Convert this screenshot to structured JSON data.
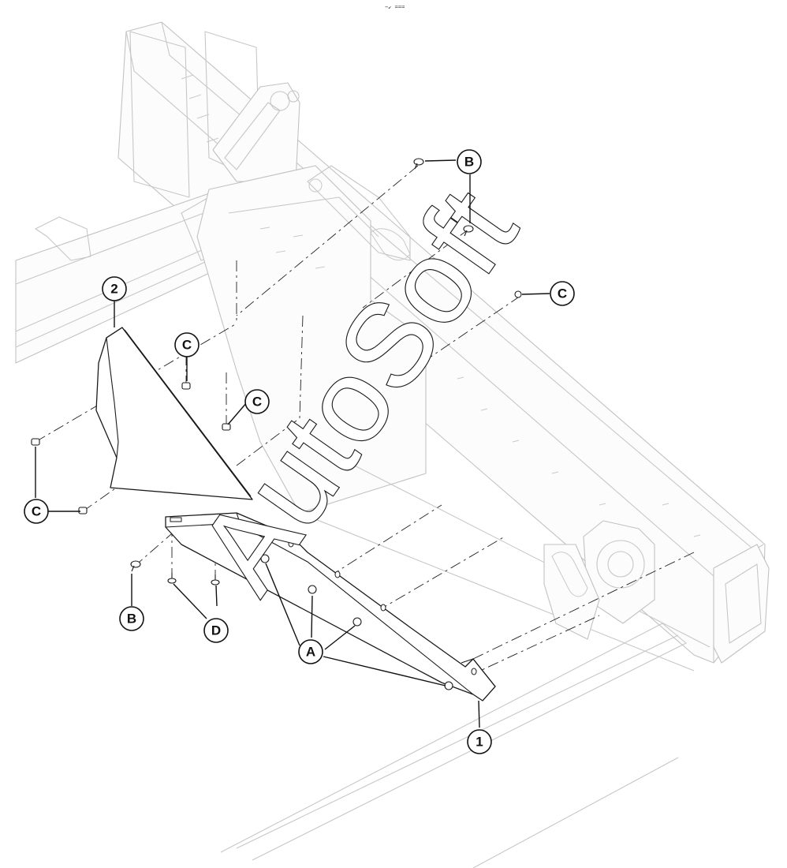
{
  "corner_mark": "−↙ ===",
  "watermark": "AutoSoft",
  "callouts": {
    "part_1": "1",
    "part_2": "2",
    "cap_screw_a": "A",
    "screw_b_upper": "B",
    "screw_b_lower": "B",
    "nut_c_1": "C",
    "nut_c_2": "C",
    "nut_c_3": "C",
    "nut_c_4": "C",
    "bolt_d": "D"
  }
}
